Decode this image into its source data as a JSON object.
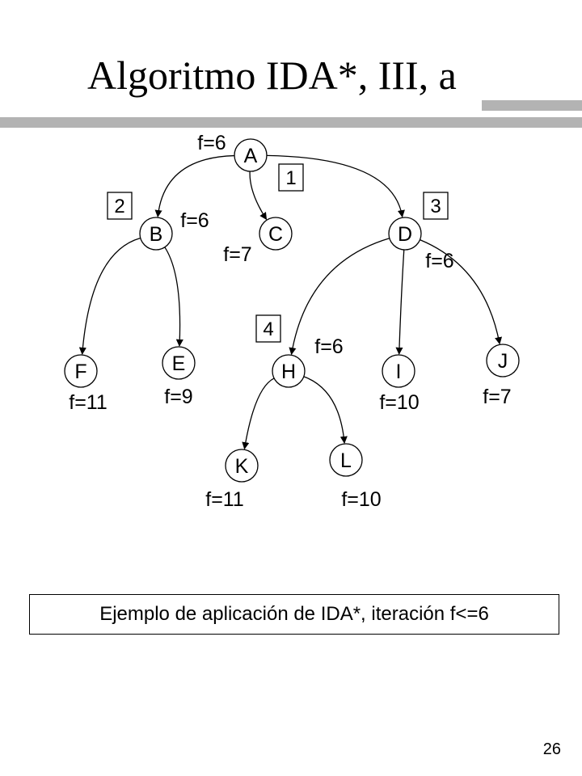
{
  "title": "Algoritmo IDA*, III, a",
  "nodes": [
    {
      "id": "A",
      "label": "A",
      "f": "f=6"
    },
    {
      "id": "B",
      "label": "B",
      "f": "f=6"
    },
    {
      "id": "C",
      "label": "C",
      "f": "f=7"
    },
    {
      "id": "D",
      "label": "D",
      "f": "f=6"
    },
    {
      "id": "F",
      "label": "F",
      "f": "f=11"
    },
    {
      "id": "E",
      "label": "E",
      "f": "f=9"
    },
    {
      "id": "H",
      "label": "H",
      "f": "f=6"
    },
    {
      "id": "I",
      "label": "I",
      "f": "f=10"
    },
    {
      "id": "J",
      "label": "J",
      "f": "f=7"
    },
    {
      "id": "K",
      "label": "K",
      "f": "f=11"
    },
    {
      "id": "L",
      "label": "L",
      "f": "f=10"
    }
  ],
  "edges": [
    {
      "from": "A",
      "to": "B"
    },
    {
      "from": "A",
      "to": "C"
    },
    {
      "from": "A",
      "to": "D"
    },
    {
      "from": "B",
      "to": "F"
    },
    {
      "from": "B",
      "to": "E"
    },
    {
      "from": "D",
      "to": "H"
    },
    {
      "from": "D",
      "to": "I"
    },
    {
      "from": "D",
      "to": "J"
    },
    {
      "from": "H",
      "to": "K"
    },
    {
      "from": "H",
      "to": "L"
    }
  ],
  "order_markers": [
    {
      "label": "1",
      "node": "C"
    },
    {
      "label": "2",
      "node": "B"
    },
    {
      "label": "3",
      "node": "D"
    },
    {
      "label": "4",
      "node": "H"
    }
  ],
  "caption": "Ejemplo de aplicación de IDA*, iteración f<=6",
  "page_number": "26"
}
